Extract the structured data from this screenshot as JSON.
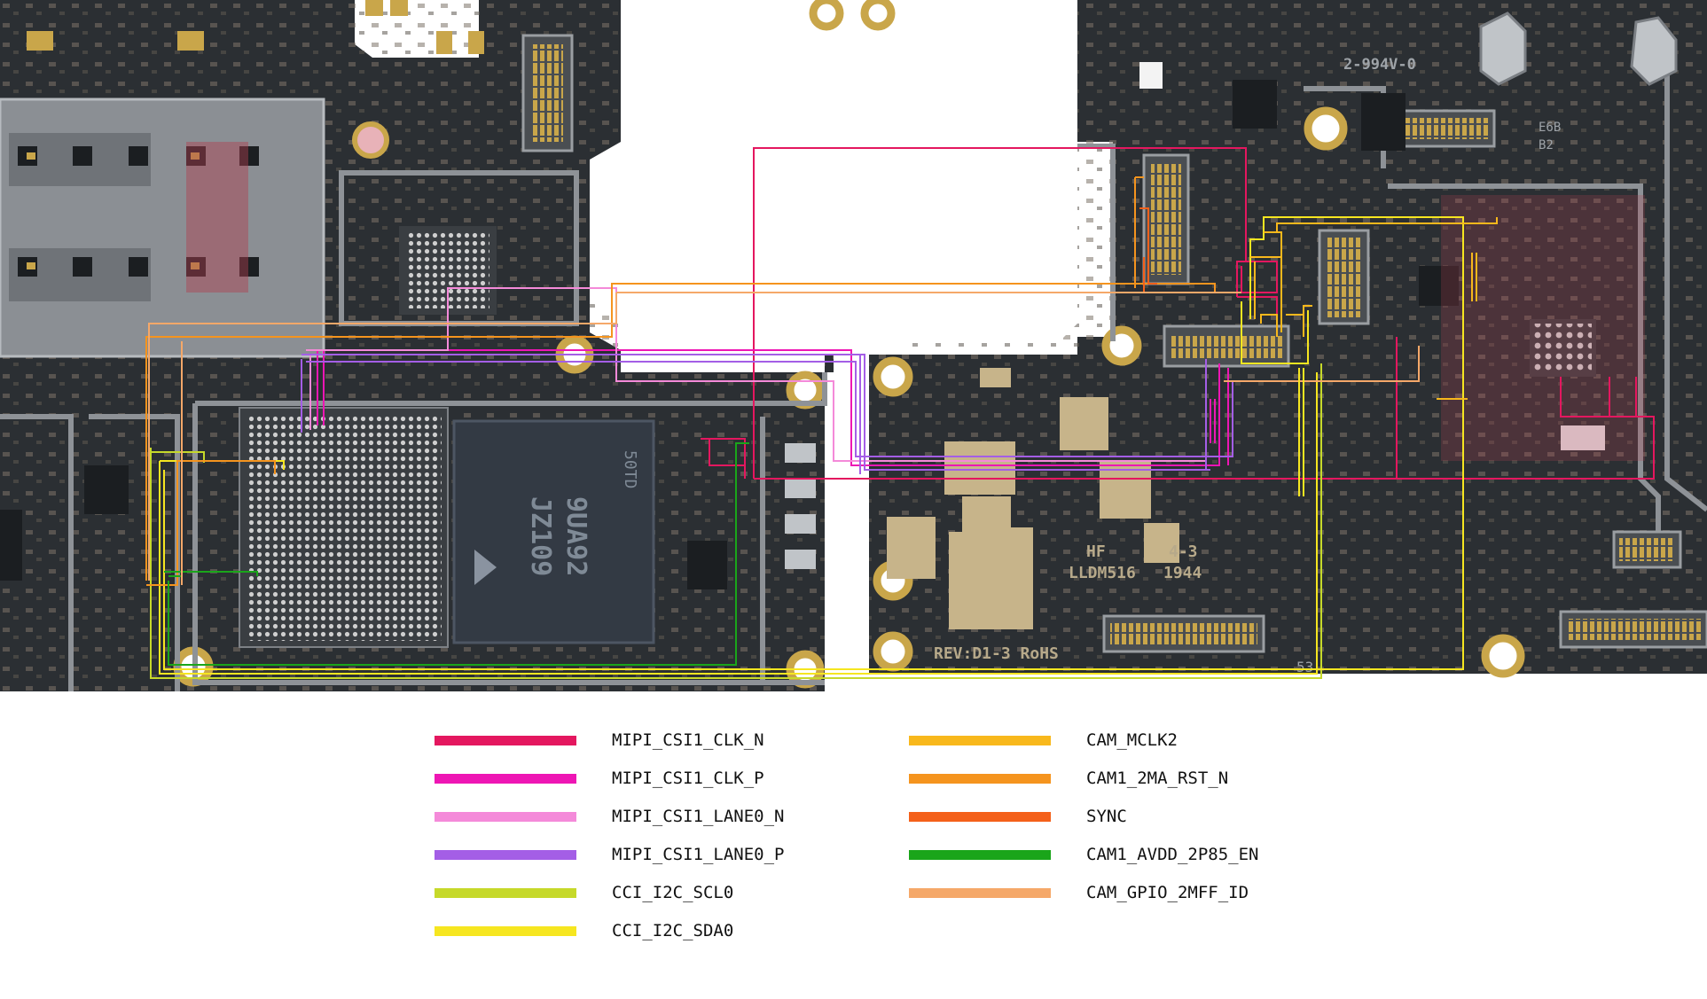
{
  "board": {
    "silkscreen": {
      "part_code": "2-994V-0",
      "manufacturer": "HF",
      "date_code": "4-3",
      "model": "LLDM516",
      "year": "1944",
      "revision": "REV:D1-3 RoHS",
      "ic_marking_1": "9UA92",
      "ic_marking_2": "JZ109",
      "ic_marking_3": "50TD",
      "marking_b2": "B2",
      "marking_e6b": "E6B",
      "marking_53": "53"
    },
    "colors": {
      "pcb": "#2b2f33",
      "pcb_dark": "#1f2327",
      "shield": "#9a9ea2",
      "gold": "#c9a64a",
      "cutout": "#ffffff"
    }
  },
  "legend": {
    "items": [
      {
        "label": "MIPI_CSI1_CLK_N",
        "color": "#e4175f"
      },
      {
        "label": "MIPI_CSI1_CLK_P",
        "color": "#ee16b4"
      },
      {
        "label": "MIPI_CSI1_LANE0_N",
        "color": "#f48ad9"
      },
      {
        "label": "MIPI_CSI1_LANE0_P",
        "color": "#a45ee6"
      },
      {
        "label": "CCI_I2C_SCL0",
        "color": "#c6d92a"
      },
      {
        "label": "CCI_I2C_SDA0",
        "color": "#f6e620"
      },
      {
        "label": "CAM_MCLK2",
        "color": "#f8b81c"
      },
      {
        "label": "CAM1_2MA_RST_N",
        "color": "#f5941e"
      },
      {
        "label": "SYNC",
        "color": "#f4601a"
      },
      {
        "label": "CAM1_AVDD_2P85_EN",
        "color": "#1aa51a"
      },
      {
        "label": "CAM_GPIO_2MFF_ID",
        "color": "#f5a869"
      }
    ]
  }
}
